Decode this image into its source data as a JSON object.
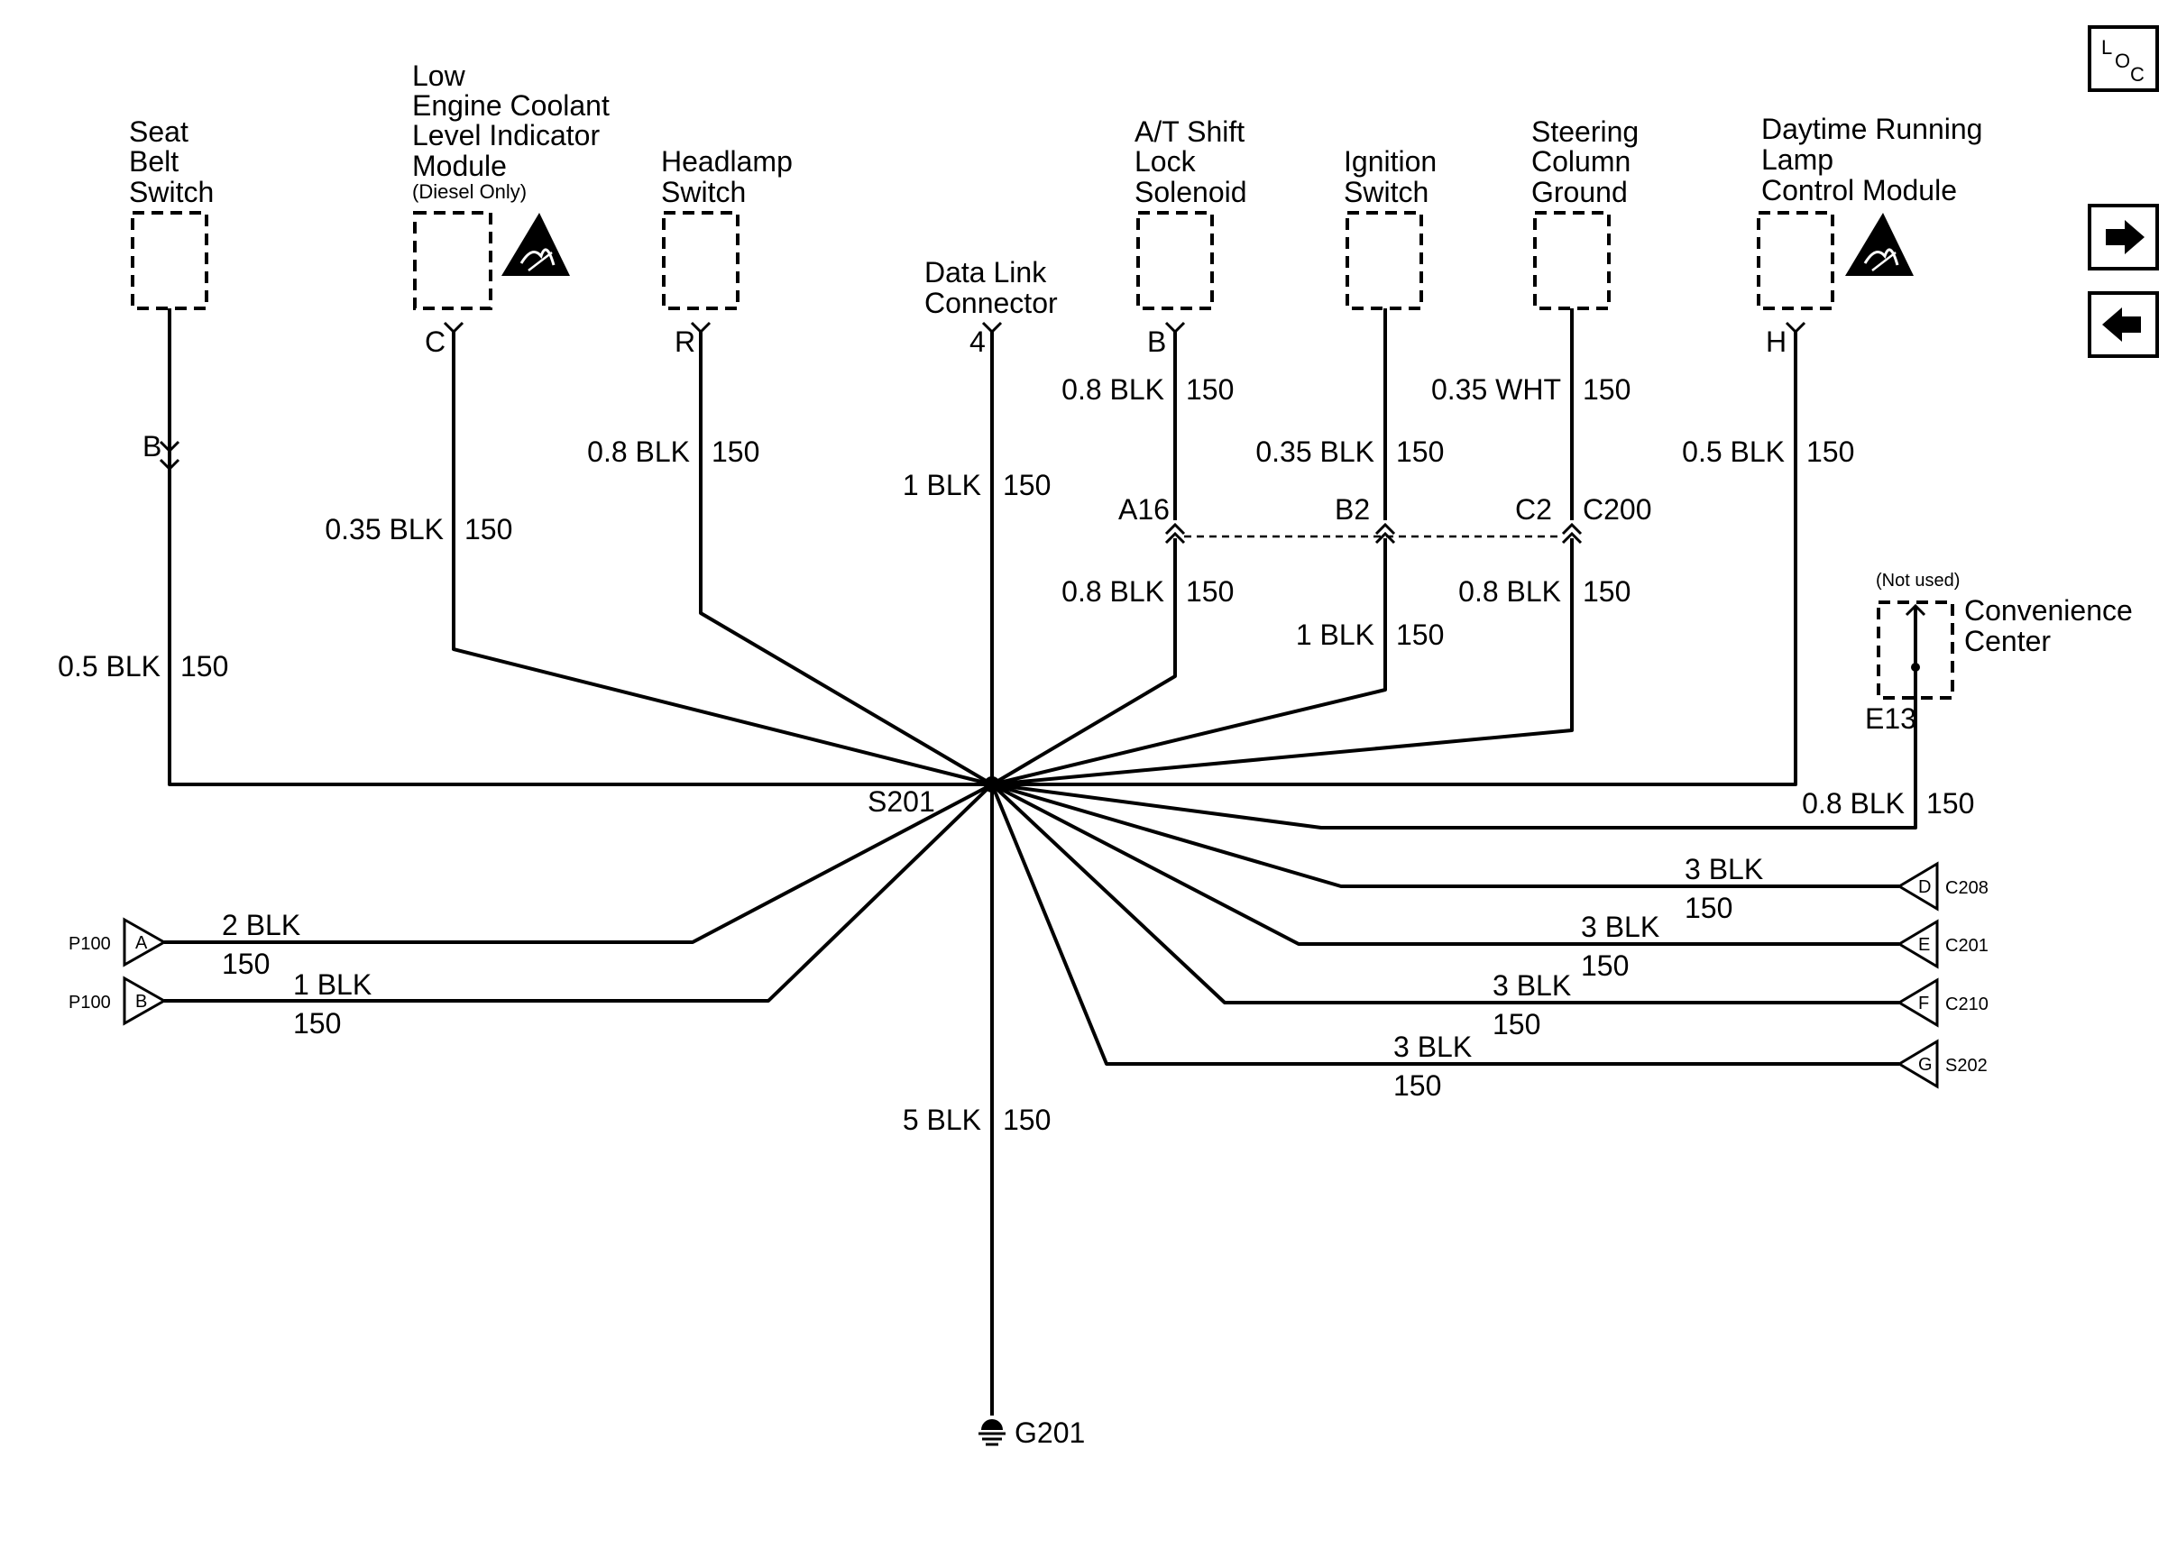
{
  "components": {
    "seat_belt_switch": {
      "line1": "Seat",
      "line2": "Belt",
      "line3": "Switch",
      "pin": "B"
    },
    "coolant_module": {
      "line1": "Low",
      "line2": "Engine Coolant",
      "line3": "Level Indicator",
      "line4": "Module",
      "note": "(Diesel Only)",
      "pin": "C"
    },
    "headlamp_switch": {
      "line1": "Headlamp",
      "line2": "Switch",
      "pin": "R"
    },
    "data_link_connector": {
      "line1": "Data Link",
      "line2": "Connector",
      "pin": "4"
    },
    "shift_lock_solenoid": {
      "line1": "A/T Shift",
      "line2": "Lock",
      "line3": "Solenoid",
      "pin": "B"
    },
    "ignition_switch": {
      "line1": "Ignition",
      "line2": "Switch"
    },
    "steering_column_ground": {
      "line1": "Steering",
      "line2": "Column",
      "line3": "Ground"
    },
    "drl_module": {
      "line1": "Daytime Running",
      "line2": "Lamp",
      "line3": "Control Module",
      "pin": "H"
    },
    "convenience_center": {
      "note": "(Not used)",
      "line1": "Convenience",
      "line2": "Center",
      "pin": "E13"
    }
  },
  "connector_c200": {
    "name": "C200",
    "pins": [
      "A16",
      "B2",
      "C2"
    ]
  },
  "splice": {
    "name": "S201"
  },
  "ground": {
    "name": "G201"
  },
  "wires": {
    "seat_belt": {
      "size": "0.5 BLK",
      "circuit": "150"
    },
    "coolant": {
      "size": "0.35 BLK",
      "circuit": "150"
    },
    "headlamp": {
      "size": "0.8 BLK",
      "circuit": "150"
    },
    "dlc": {
      "size": "1 BLK",
      "circuit": "150"
    },
    "shift_upper": {
      "size": "0.8 BLK",
      "circuit": "150"
    },
    "shift_lower": {
      "size": "0.8 BLK",
      "circuit": "150"
    },
    "ign_upper": {
      "size": "0.35 BLK",
      "circuit": "150"
    },
    "ign_lower": {
      "size": "1 BLK",
      "circuit": "150"
    },
    "steer_upper": {
      "size": "0.35 WHT",
      "circuit": "150"
    },
    "steer_lower": {
      "size": "0.8 BLK",
      "circuit": "150"
    },
    "drl": {
      "size": "0.5 BLK",
      "circuit": "150"
    },
    "conv": {
      "size": "0.8 BLK",
      "circuit": "150"
    },
    "ground": {
      "size": "5 BLK",
      "circuit": "150"
    }
  },
  "left_connectors": [
    {
      "name": "P100",
      "pin": "A",
      "size": "2 BLK",
      "circuit": "150"
    },
    {
      "name": "P100",
      "pin": "B",
      "size": "1 BLK",
      "circuit": "150"
    }
  ],
  "right_connectors": [
    {
      "name": "C208",
      "pin": "D",
      "size": "3 BLK",
      "circuit": "150"
    },
    {
      "name": "C201",
      "pin": "E",
      "size": "3 BLK",
      "circuit": "150"
    },
    {
      "name": "C210",
      "pin": "F",
      "size": "3 BLK",
      "circuit": "150"
    },
    {
      "name": "S202",
      "pin": "G",
      "size": "3 BLK",
      "circuit": "150"
    }
  ],
  "nav": {
    "loc_l": "L",
    "loc_o": "O",
    "loc_c": "C"
  },
  "icons": {
    "esd": "esd-warning-icon",
    "forward": "arrow-right-icon",
    "back": "arrow-left-icon",
    "ground": "ground-icon"
  }
}
